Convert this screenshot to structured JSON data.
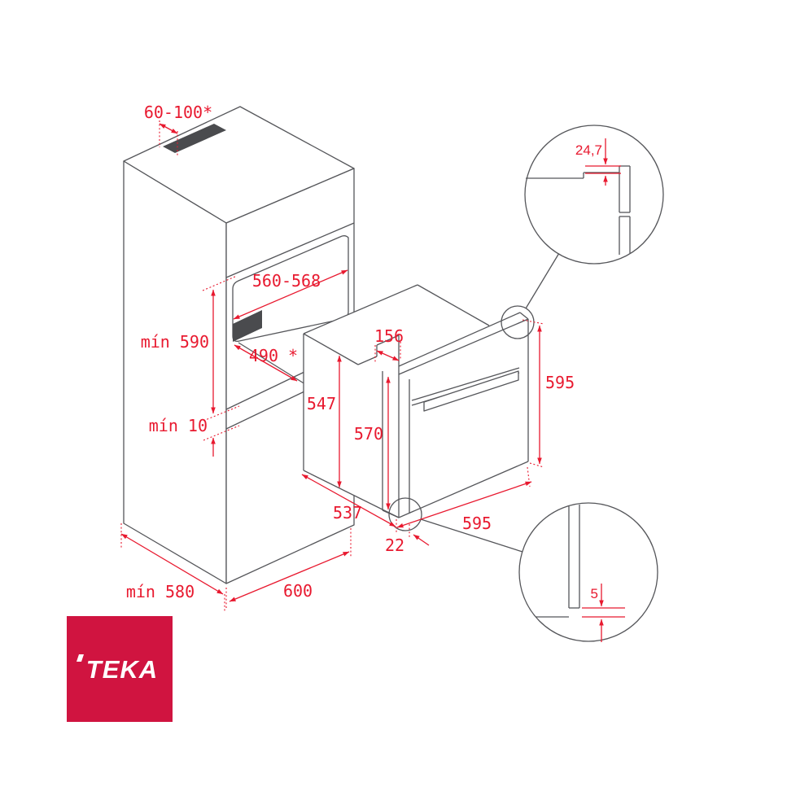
{
  "figure": {
    "title": "Teka built-in oven installation diagram",
    "colors": {
      "line": "#55565a",
      "red": "#e8192f",
      "slot_fill": "#4a4b4e",
      "logo_bg": "#d01440",
      "logo_text": "#ffffff",
      "background": "#ffffff"
    },
    "cabinet": {
      "vent_cutout": "60-100*",
      "niche_width": "560-568",
      "niche_height": "mín 590",
      "shelf_depth": "490 *",
      "bottom_clearance": "mín 10",
      "depth": "mín 580",
      "width": "600"
    },
    "oven": {
      "top_recess_depth": "156",
      "body_height": "547",
      "door_height": "570",
      "front_height": "595",
      "body_depth": "537",
      "front_width": "595",
      "door_bottom_offset": "22"
    },
    "details": {
      "top_step": "24,7",
      "bottom_gap": "5"
    },
    "logo": {
      "brand": "TEKA"
    }
  }
}
